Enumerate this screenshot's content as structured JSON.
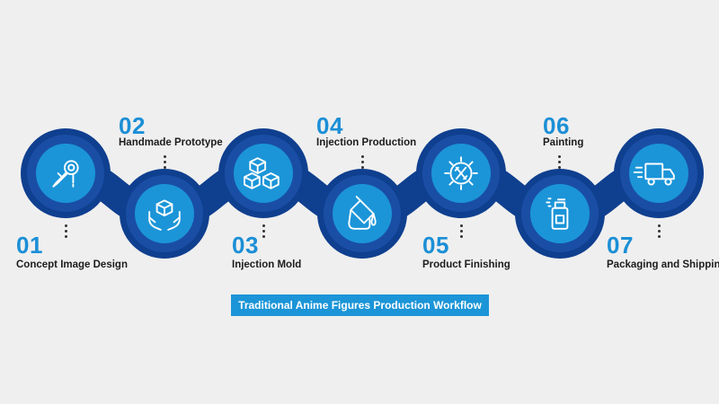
{
  "colors": {
    "ribbon": "#0f3f8f",
    "circle_outer": "#1a4ea5",
    "circle_inner": "#1b95d8",
    "accent": "#1b8fd6",
    "background": "#efefef"
  },
  "steps": [
    {
      "number": "01",
      "label": "Concept Image Design",
      "icon": "pen-nib-icon"
    },
    {
      "number": "02",
      "label": "Handmade Prototype",
      "icon": "hands-cube-icon"
    },
    {
      "number": "03",
      "label": "Injection Mold",
      "icon": "cubes-icon"
    },
    {
      "number": "04",
      "label": "Injection Production",
      "icon": "paint-bucket-icon"
    },
    {
      "number": "05",
      "label": "Product Finishing",
      "icon": "gear-tools-icon"
    },
    {
      "number": "06",
      "label": "Painting",
      "icon": "spray-can-icon"
    },
    {
      "number": "07",
      "label": "Packaging and Shipping",
      "icon": "delivery-truck-icon"
    }
  ],
  "footer": {
    "title": "Traditional Anime Figures Production Workflow"
  }
}
